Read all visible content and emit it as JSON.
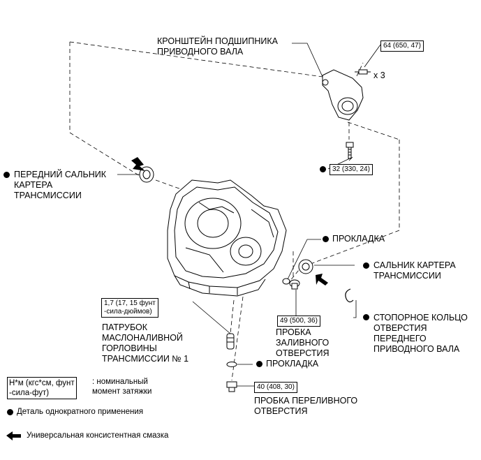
{
  "labels": {
    "bracket": "КРОНШТЕЙН ПОДШИПНИКА\nПРИВОДНОГО ВАЛА",
    "front_seal": "ПЕРЕДНИЙ САЛЬНИК\nКАРТЕРА\nТРАНСМИССИИ",
    "gasket_upper": "ПРОКЛАДКА",
    "case_seal": "САЛЬНИК КАРТЕРА\nТРАНСМИССИИ",
    "snap_ring": "СТОПОРНОЕ КОЛЬЦО\nОТВЕРСТИЯ\nПЕРЕДНЕГО\nПРИВОДНОГО ВАЛА",
    "filler_tube": "ПАТРУБОК\nМАСЛОНАЛИВНОЙ\nГОРЛОВИНЫ\nТРАНСМИССИИ № 1",
    "filler_plug": "ПРОБКА\nЗАЛИВНОГО\nОТВЕРСТИЯ",
    "gasket_lower": "ПРОКЛАДКА",
    "overflow_plug": "ПРОБКА ПЕРЕЛИВНОГО\nОТВЕРСТИЯ",
    "times_three": "x 3"
  },
  "torques": {
    "t64": "64 (650, 47)",
    "t32": "32 (330, 24)",
    "t17": "1,7 (17, 15 фунт\n-сила-дюймов)",
    "t49": "49 (500, 36)",
    "t40": "40 (408, 30)"
  },
  "legend": {
    "unit_box": "Н*м (кгс*см, фунт\n-сила-фут)",
    "unit_desc": ": номинальный\nмомент затяжки",
    "non_reusable": "Деталь однократного применения",
    "grease": "Универсальная консистентная смазка"
  },
  "icons": [
    "non-reusable-dot-icon",
    "grease-arrow-icon"
  ]
}
